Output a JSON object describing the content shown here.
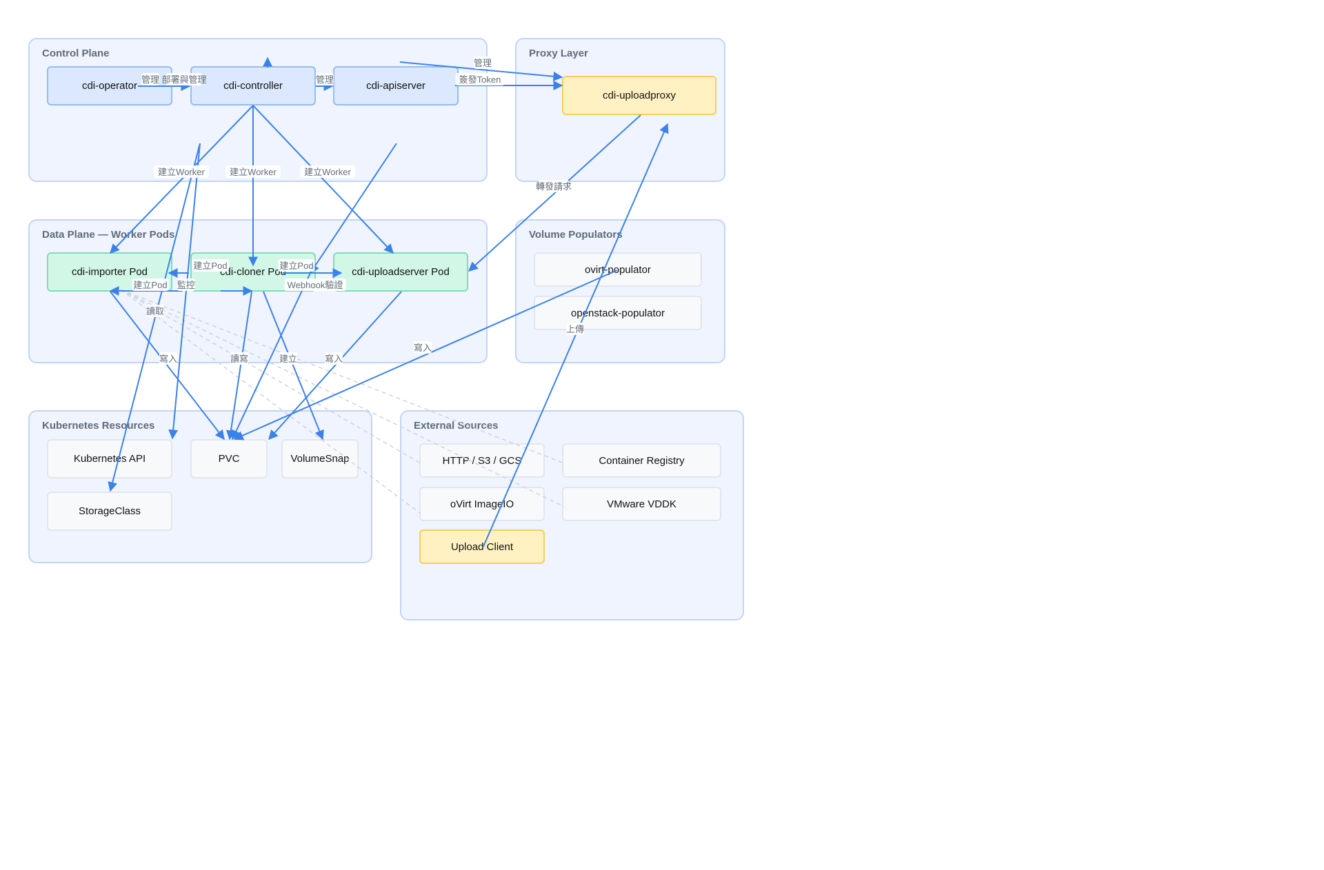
{
  "groups": [
    {
      "id": "control",
      "title": "Control Plane"
    },
    {
      "id": "proxy",
      "title": "Proxy Layer"
    },
    {
      "id": "data",
      "title": "Data Plane — Worker Pods"
    },
    {
      "id": "populators",
      "title": "Volume Populators"
    },
    {
      "id": "k8s",
      "title": "Kubernetes Resources"
    },
    {
      "id": "external",
      "title": "External Sources"
    }
  ],
  "nodes": {
    "operator": "cdi-operator",
    "controller": "cdi-controller",
    "apiserver": "cdi-apiserver",
    "uploadproxy": "cdi-uploadproxy",
    "importer": "cdi-importer Pod",
    "cloner": "cdi-cloner Pod",
    "uploadserver": "cdi-uploadserver Pod",
    "ovirt_pop": "ovirt-populator",
    "openstack_pop": "openstack-populator",
    "k8sapi": "Kubernetes API",
    "pvc": "PVC",
    "volsnap": "VolumeSnap",
    "storageclass": "StorageClass",
    "http": "HTTP / S3 / GCS",
    "registry": "Container Registry",
    "ovirtio": "oVirt ImageIO",
    "vddk": "VMware VDDK",
    "uploadclient": "Upload Client"
  },
  "edge_labels": {
    "op_ctrl_a": "管理",
    "op_ctrl_b": "部署與管理",
    "ctrl_api": "管理",
    "top_mgmt": "管理",
    "token": "簽發Token",
    "worker1": "建立Worker",
    "worker2": "建立Worker",
    "worker3": "建立Worker",
    "forward": "轉發請求",
    "pod1": "建立Pod",
    "pod2": "建立Pod",
    "pod3": "建立Pod",
    "monitor": "監控",
    "webhook": "Webhook驗證",
    "read": "讀取",
    "write1": "寫入",
    "rw": "讀寫",
    "create": "建立",
    "write2": "寫入",
    "write3": "寫入",
    "upload": "上傳"
  },
  "colors": {
    "edge": "#3b82e8",
    "dashed": "#cdd3dc",
    "group_bg": "#eff4fe",
    "group_border": "#c3d4f7"
  }
}
